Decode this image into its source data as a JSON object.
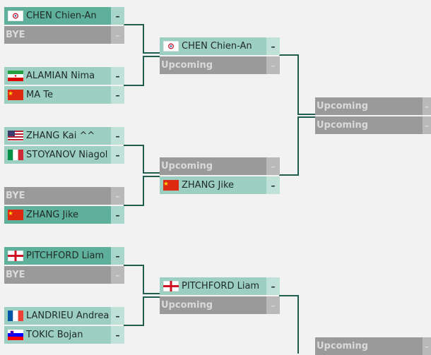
{
  "score_placeholder": "–",
  "round1": [
    {
      "name": "CHEN Chien-An",
      "flag": "tpe-flag-icon",
      "score": "–"
    },
    {
      "name": "BYE",
      "flag": "",
      "score": "–"
    },
    {
      "name": "ALAMIAN Nima",
      "flag": "iran-flag-icon",
      "score": "–"
    },
    {
      "name": "MA Te",
      "flag": "china-flag-icon",
      "score": "–"
    },
    {
      "name": "ZHANG Kai ^^",
      "flag": "usa-flag-icon",
      "score": "–"
    },
    {
      "name": "STOYANOV Niagol",
      "flag": "italy-flag-icon",
      "score": "–"
    },
    {
      "name": "BYE",
      "flag": "",
      "score": "–"
    },
    {
      "name": "ZHANG Jike",
      "flag": "china-flag-icon",
      "score": "–"
    },
    {
      "name": "PITCHFORD Liam",
      "flag": "england-flag-icon",
      "score": "–"
    },
    {
      "name": "BYE",
      "flag": "",
      "score": "–"
    },
    {
      "name": "LANDRIEU Andrea",
      "flag": "france-flag-icon",
      "score": "–"
    },
    {
      "name": "TOKIC Bojan",
      "flag": "slovenia-flag-icon",
      "score": "–"
    }
  ],
  "round2": [
    {
      "name": "CHEN Chien-An",
      "flag": "tpe-flag-icon",
      "score": "–"
    },
    {
      "name": "Upcoming",
      "flag": "",
      "score": "–"
    },
    {
      "name": "Upcoming",
      "flag": "",
      "score": "–"
    },
    {
      "name": "ZHANG Jike",
      "flag": "china-flag-icon",
      "score": "–"
    },
    {
      "name": "PITCHFORD Liam",
      "flag": "england-flag-icon",
      "score": "–"
    },
    {
      "name": "Upcoming",
      "flag": "",
      "score": "–"
    }
  ],
  "round3": [
    {
      "name": "Upcoming",
      "flag": "",
      "score": "–"
    },
    {
      "name": "Upcoming",
      "flag": "",
      "score": "–"
    },
    {
      "name": "Upcoming",
      "flag": "",
      "score": "–"
    }
  ],
  "colors": {
    "connector": "#1f5e4f",
    "winner": "#5fb09b",
    "player": "#9ccfc1",
    "pending": "#9a9a9a"
  }
}
